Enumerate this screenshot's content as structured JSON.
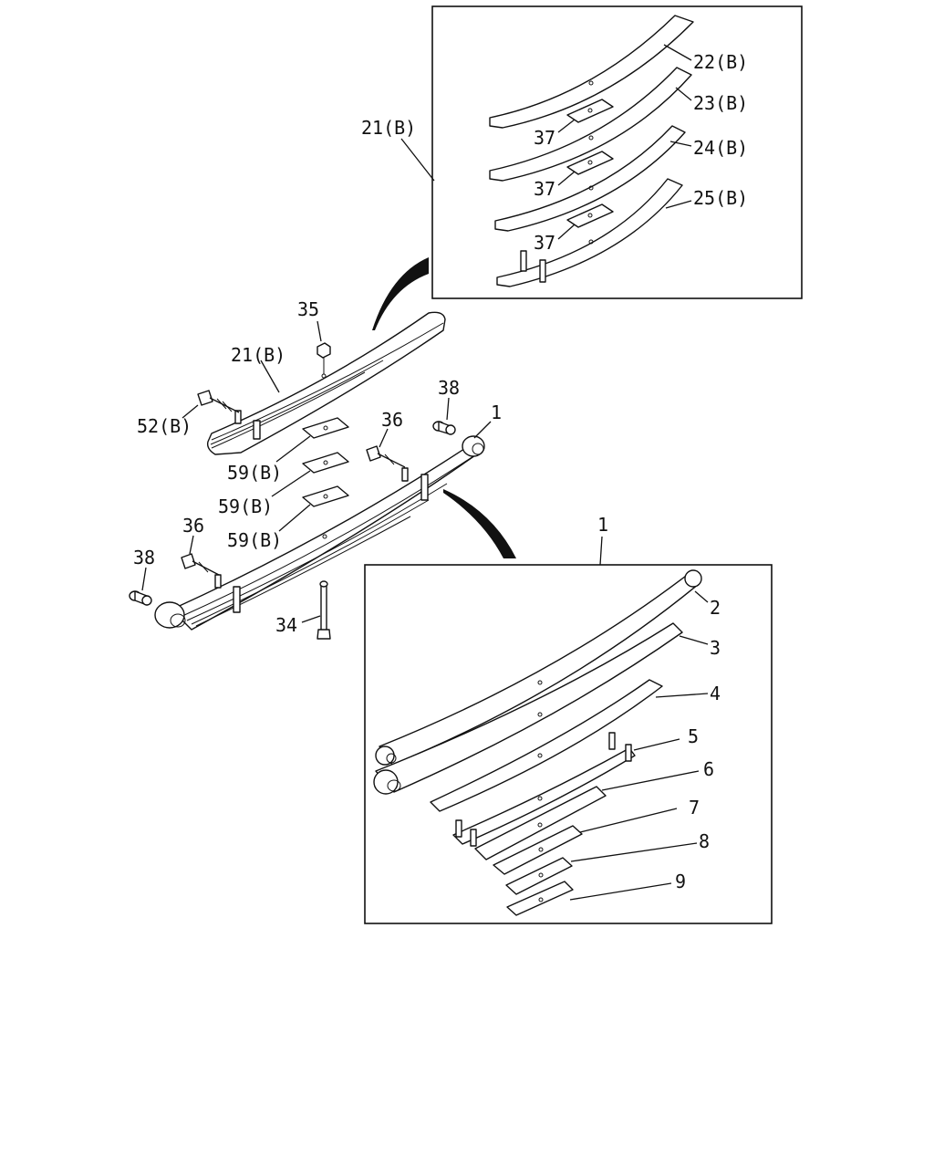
{
  "labels": {
    "l22B": "22(B)",
    "l23B": "23(B)",
    "l24B": "24(B)",
    "l25B": "25(B)",
    "l21B_top": "21(B)",
    "l37_a": "37",
    "l37_b": "37",
    "l37_c": "37",
    "l35": "35",
    "l21B_mid": "21(B)",
    "l52B": "52(B)",
    "l38_top": "38",
    "l1_top": "1",
    "l36_top": "36",
    "l59B_a": "59(B)",
    "l59B_b": "59(B)",
    "l59B_c": "59(B)",
    "l36_left": "36",
    "l38_left": "38",
    "l34": "34",
    "l1_detail": "1",
    "l2": "2",
    "l3": "3",
    "l4": "4",
    "l5": "5",
    "l6": "6",
    "l7": "7",
    "l8": "8",
    "l9": "9"
  }
}
